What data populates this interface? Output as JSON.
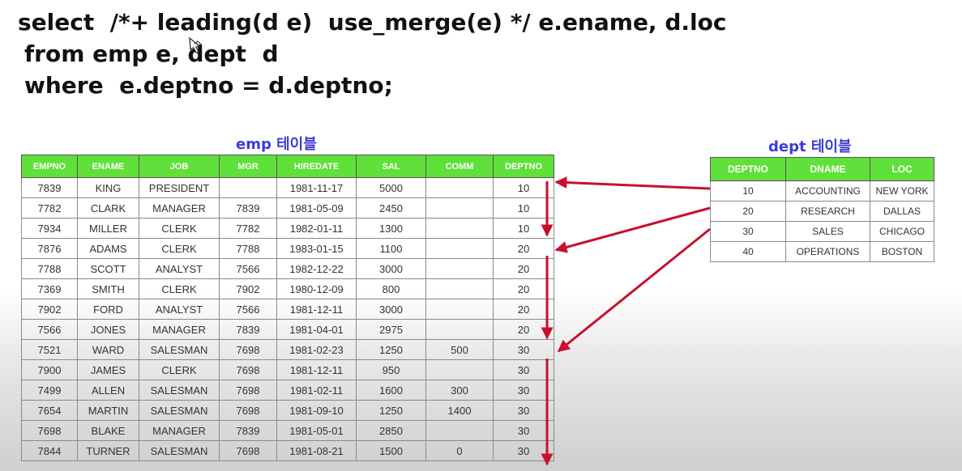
{
  "sql": {
    "line1": "select  /*+ leading(d e)  use_merge(e) */ e.ename, d.loc",
    "line2": "from emp e, dept  d",
    "line3": "where  e.deptno = d.deptno;"
  },
  "emp": {
    "caption": "emp 테이블",
    "headers": [
      "EMPNO",
      "ENAME",
      "JOB",
      "MGR",
      "HIREDATE",
      "SAL",
      "COMM",
      "DEPTNO"
    ],
    "rows": [
      [
        "7839",
        "KING",
        "PRESIDENT",
        "",
        "1981-11-17",
        "5000",
        "",
        "10"
      ],
      [
        "7782",
        "CLARK",
        "MANAGER",
        "7839",
        "1981-05-09",
        "2450",
        "",
        "10"
      ],
      [
        "7934",
        "MILLER",
        "CLERK",
        "7782",
        "1982-01-11",
        "1300",
        "",
        "10"
      ],
      [
        "7876",
        "ADAMS",
        "CLERK",
        "7788",
        "1983-01-15",
        "1100",
        "",
        "20"
      ],
      [
        "7788",
        "SCOTT",
        "ANALYST",
        "7566",
        "1982-12-22",
        "3000",
        "",
        "20"
      ],
      [
        "7369",
        "SMITH",
        "CLERK",
        "7902",
        "1980-12-09",
        "800",
        "",
        "20"
      ],
      [
        "7902",
        "FORD",
        "ANALYST",
        "7566",
        "1981-12-11",
        "3000",
        "",
        "20"
      ],
      [
        "7566",
        "JONES",
        "MANAGER",
        "7839",
        "1981-04-01",
        "2975",
        "",
        "20"
      ],
      [
        "7521",
        "WARD",
        "SALESMAN",
        "7698",
        "1981-02-23",
        "1250",
        "500",
        "30"
      ],
      [
        "7900",
        "JAMES",
        "CLERK",
        "7698",
        "1981-12-11",
        "950",
        "",
        "30"
      ],
      [
        "7499",
        "ALLEN",
        "SALESMAN",
        "7698",
        "1981-02-11",
        "1600",
        "300",
        "30"
      ],
      [
        "7654",
        "MARTIN",
        "SALESMAN",
        "7698",
        "1981-09-10",
        "1250",
        "1400",
        "30"
      ],
      [
        "7698",
        "BLAKE",
        "MANAGER",
        "7839",
        "1981-05-01",
        "2850",
        "",
        "30"
      ],
      [
        "7844",
        "TURNER",
        "SALESMAN",
        "7698",
        "1981-08-21",
        "1500",
        "0",
        "30"
      ]
    ]
  },
  "dept": {
    "caption": "dept 테이블",
    "headers": [
      "DEPTNO",
      "DNAME",
      "LOC"
    ],
    "rows": [
      [
        "10",
        "ACCOUNTING",
        "NEW YORK"
      ],
      [
        "20",
        "RESEARCH",
        "DALLAS"
      ],
      [
        "30",
        "SALES",
        "CHICAGO"
      ],
      [
        "40",
        "OPERATIONS",
        "BOSTON"
      ]
    ]
  },
  "colors": {
    "header_bg": "#5fe03a",
    "arrow": "#c8102e",
    "caption": "#3b3bd6"
  }
}
